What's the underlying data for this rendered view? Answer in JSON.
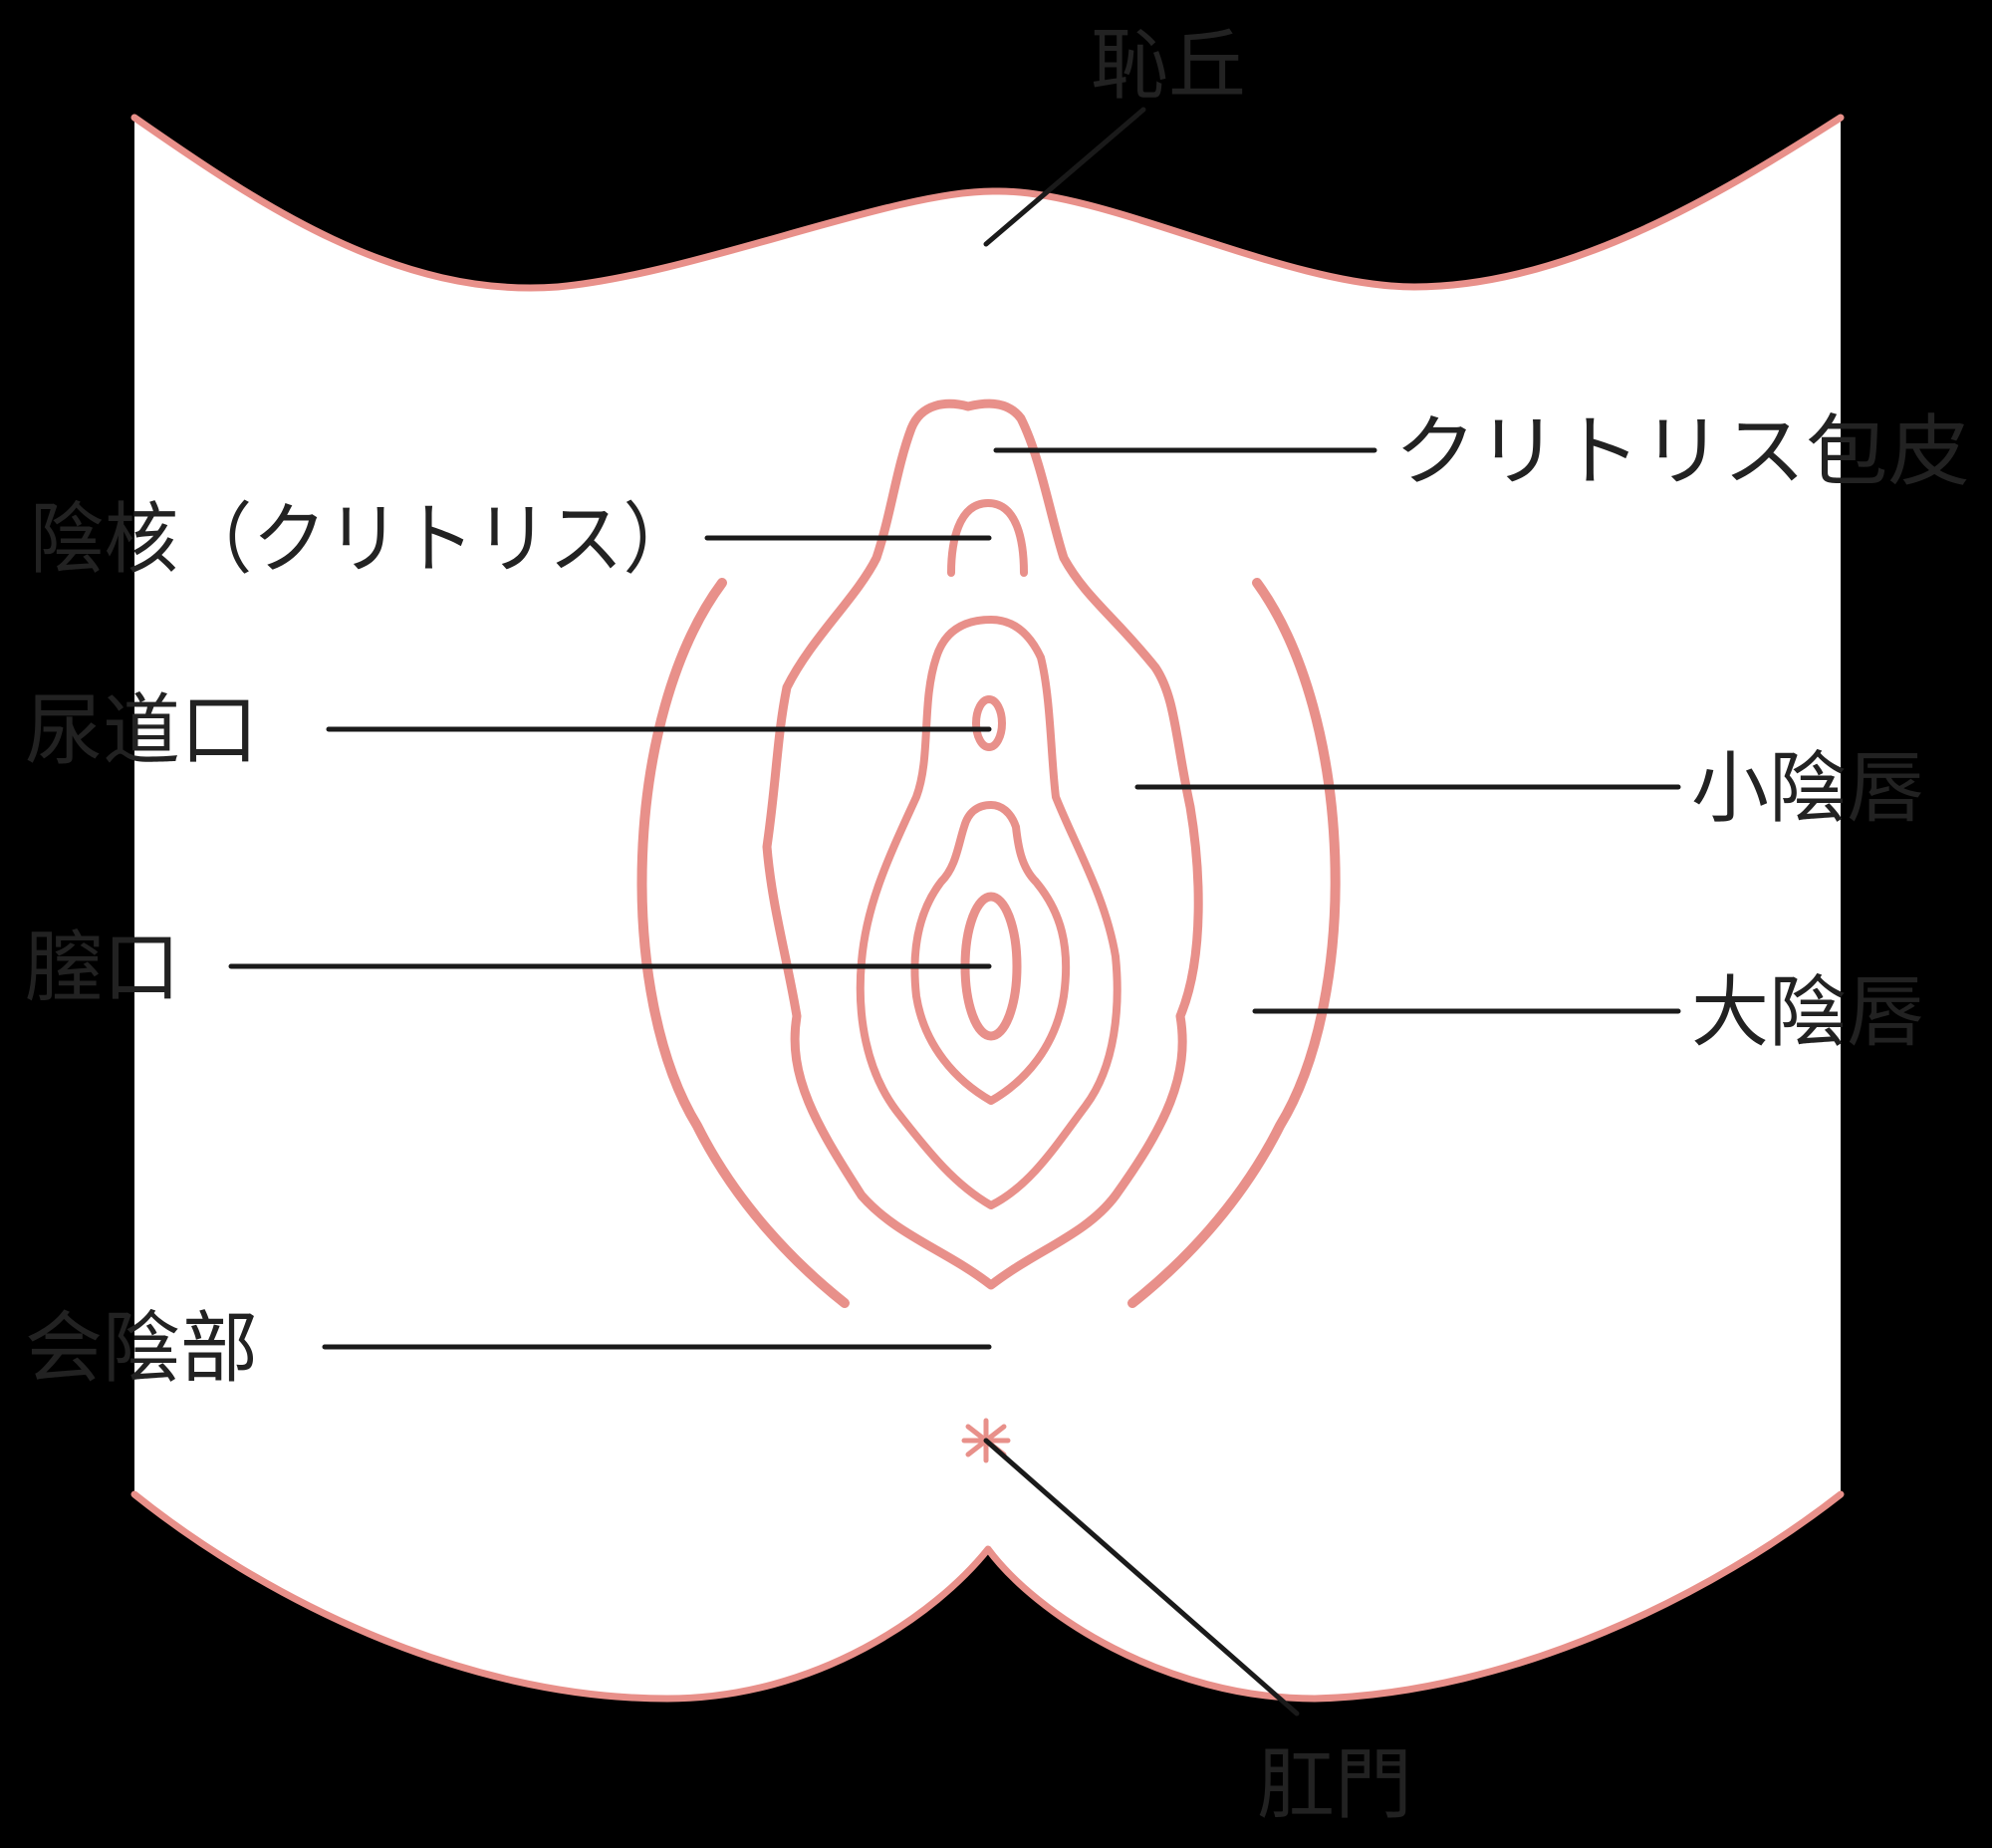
{
  "colors": {
    "background": "#000000",
    "body_fill": "#ffffff",
    "outline": "#e8908a",
    "labia_fill": "#f9dcd8",
    "leader": "#1a1a1a",
    "label_text": "#222222"
  },
  "labels": {
    "mons_pubis": "恥丘",
    "clitoral_hood": "クリトリス包皮",
    "clitoris": "陰核（クリトリス）",
    "urethral_opening": "尿道口",
    "labia_minora": "小陰唇",
    "vaginal_opening": "膣口",
    "labia_majora": "大陰唇",
    "perineum": "会陰部",
    "anus": "肛門"
  }
}
